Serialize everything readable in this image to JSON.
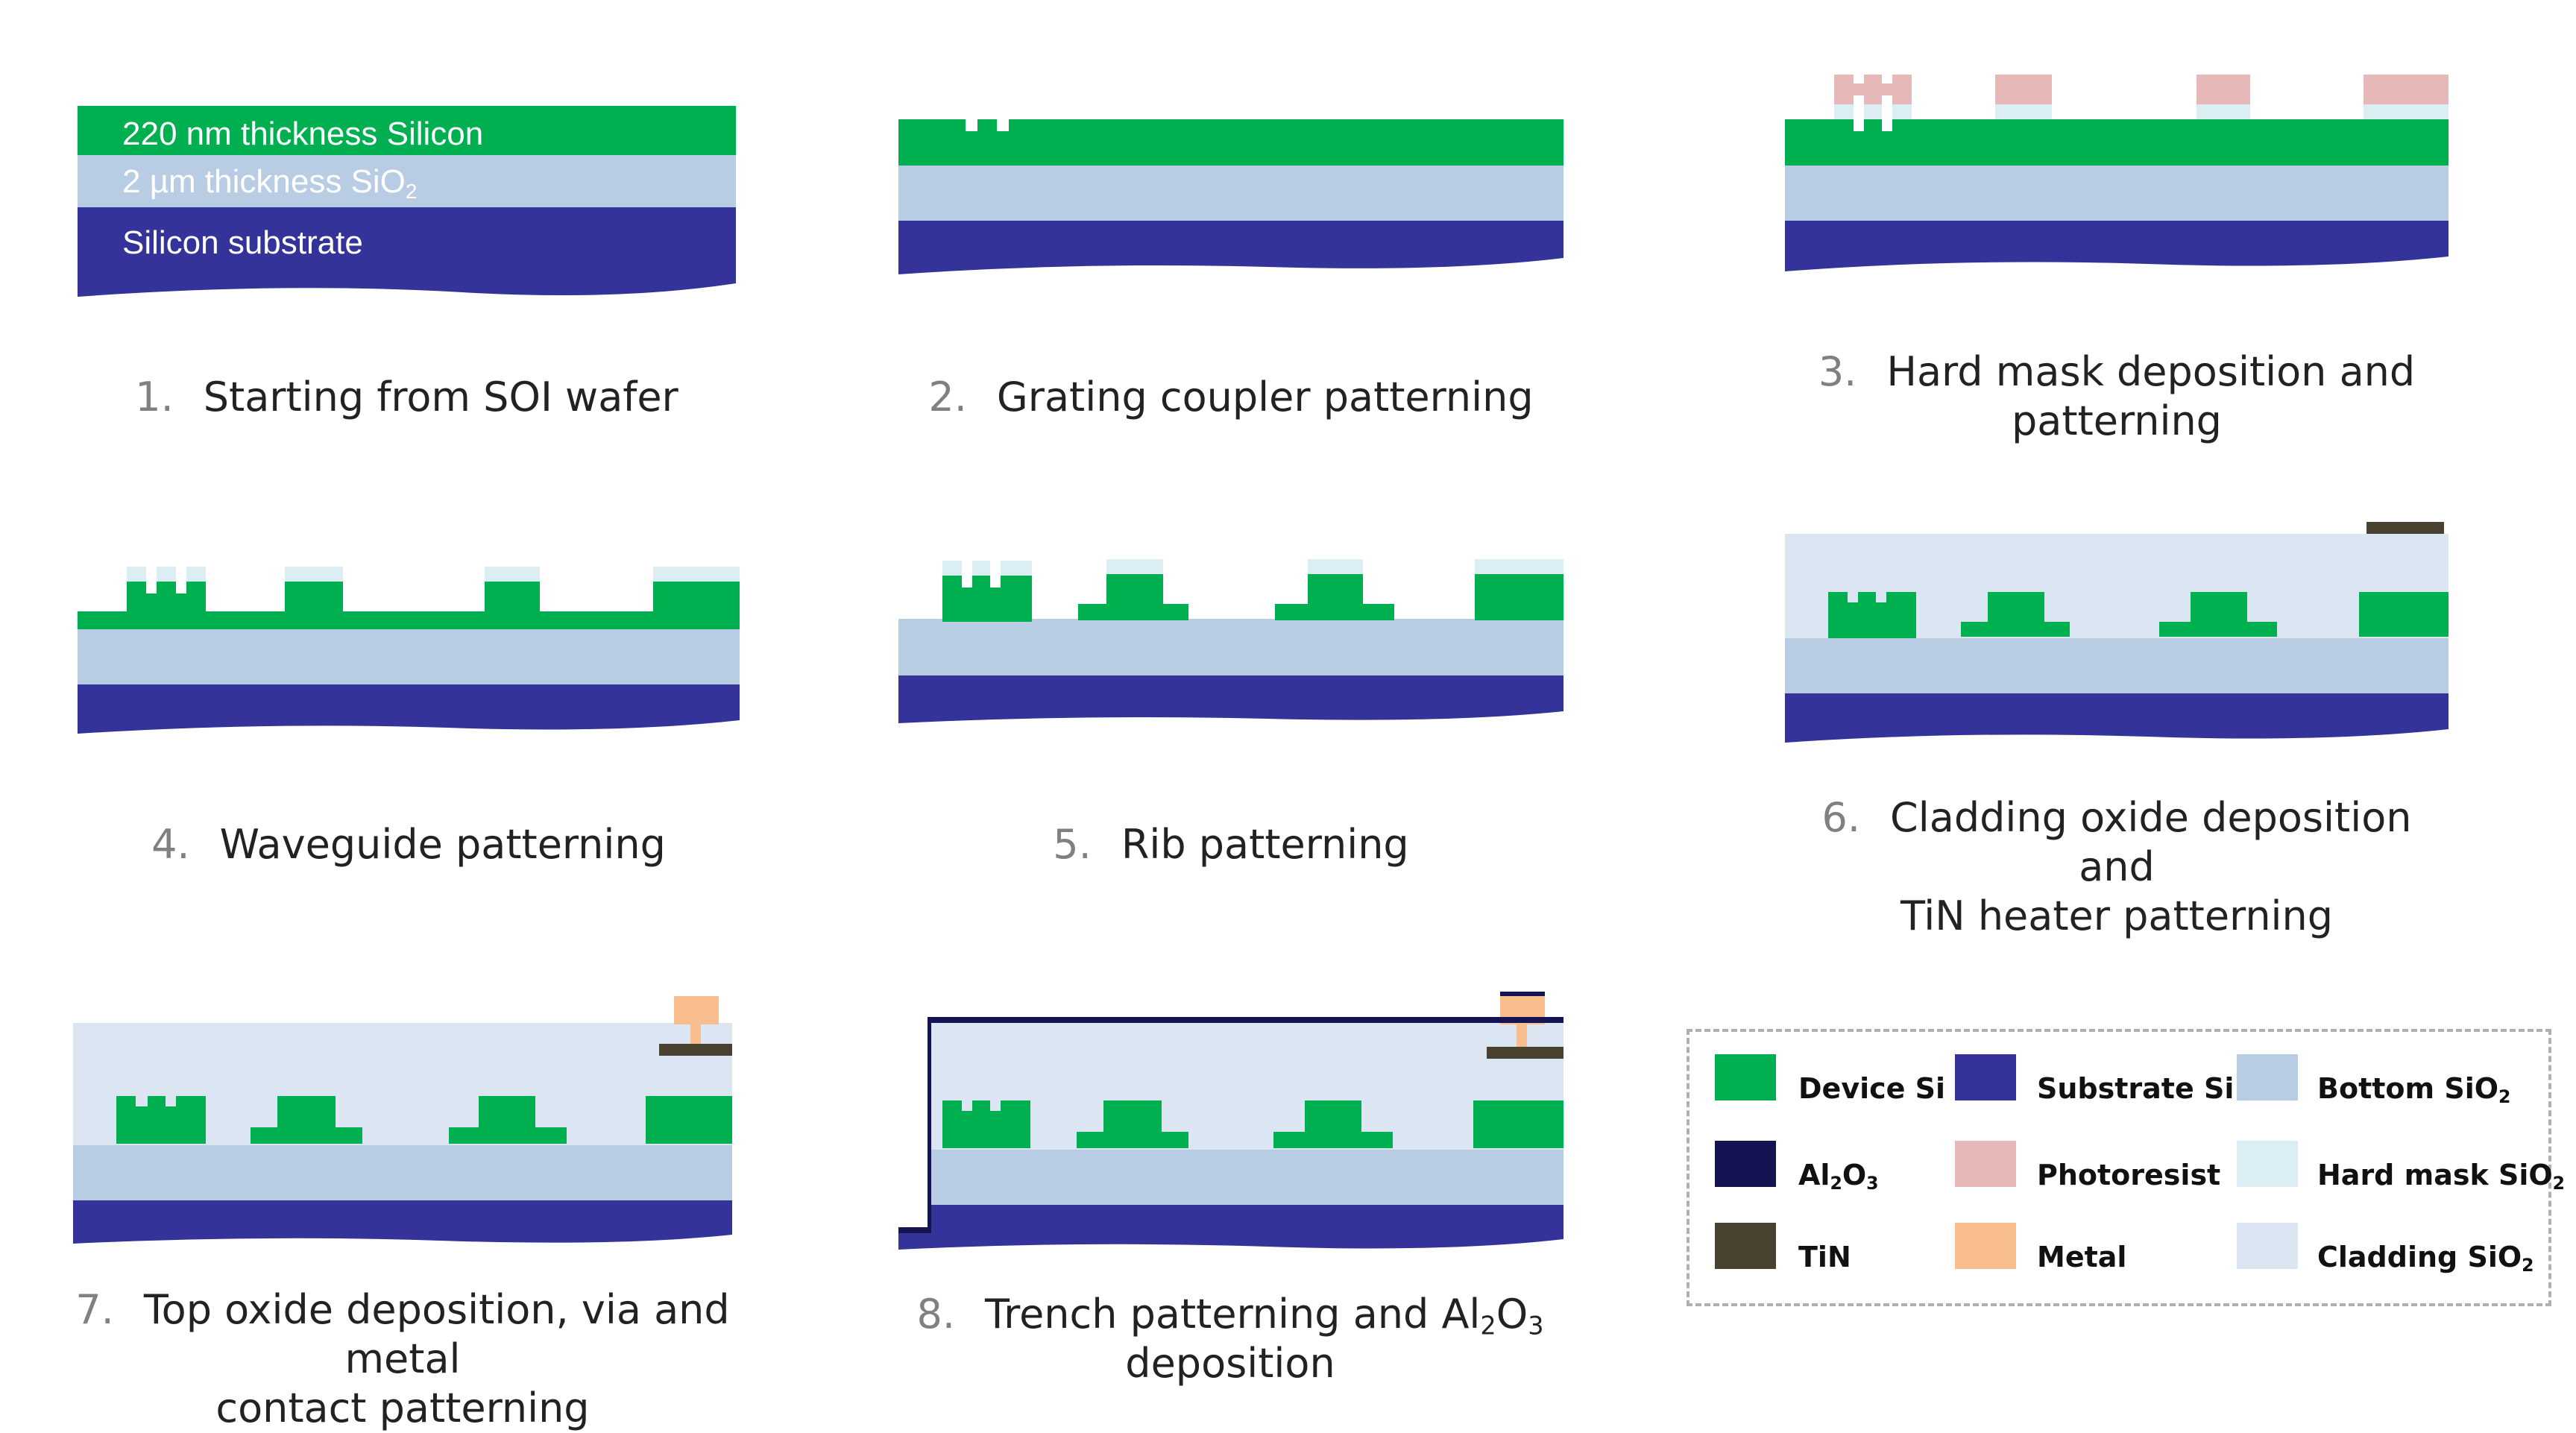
{
  "colors": {
    "device_si": "#00B050",
    "substrate_si": "#333399",
    "bottom_sio2": "#B8CCE4",
    "al2o3": "#141452",
    "photoresist": "#E6B9B8",
    "hard_mask_sio2": "#DAEEF3",
    "tin": "#4A4230",
    "metal": "#F8BE8E",
    "cladding_sio2": "#DCE6F2"
  },
  "wafer_labels": {
    "silicon": "220 nm thickness Silicon",
    "oxide_prefix": "2 µm thickness SiO",
    "oxide_sub": "2",
    "substrate": "Silicon substrate"
  },
  "steps": [
    {
      "num": "1.",
      "line1": "Starting from SOI wafer",
      "line2": ""
    },
    {
      "num": "2.",
      "line1": "Grating coupler patterning",
      "line2": ""
    },
    {
      "num": "3.",
      "line1": "Hard mask deposition and",
      "line2": "patterning"
    },
    {
      "num": "4.",
      "line1": "Waveguide patterning",
      "line2": ""
    },
    {
      "num": "5.",
      "line1": "Rib patterning",
      "line2": ""
    },
    {
      "num": "6.",
      "line1": "Cladding oxide deposition and",
      "line2": "TiN heater patterning"
    },
    {
      "num": "7.",
      "line1": "Top oxide deposition, via and metal",
      "line2": "contact patterning"
    },
    {
      "num": "8.",
      "line1_a": "Trench patterning and Al",
      "line1_sub1": "2",
      "line1_b": "O",
      "line1_sub2": "3",
      "line2": "deposition"
    }
  ],
  "legend": [
    {
      "key": "device_si",
      "label": "Device Si",
      "sub": "",
      "post": ""
    },
    {
      "key": "substrate_si",
      "label": "Substrate Si",
      "sub": "",
      "post": ""
    },
    {
      "key": "bottom_sio2",
      "label": "Bottom SiO",
      "sub": "2",
      "post": ""
    },
    {
      "key": "al2o3",
      "label": "Al",
      "sub": "2",
      "post": "O",
      "sub2": "3"
    },
    {
      "key": "photoresist",
      "label": "Photoresist",
      "sub": "",
      "post": ""
    },
    {
      "key": "hard_mask_sio2",
      "label": "Hard mask SiO",
      "sub": "2",
      "post": ""
    },
    {
      "key": "tin",
      "label": "TiN",
      "sub": "",
      "post": ""
    },
    {
      "key": "metal",
      "label": "Metal",
      "sub": "",
      "post": ""
    },
    {
      "key": "cladding_sio2",
      "label": "Cladding SiO",
      "sub": "2",
      "post": ""
    }
  ]
}
